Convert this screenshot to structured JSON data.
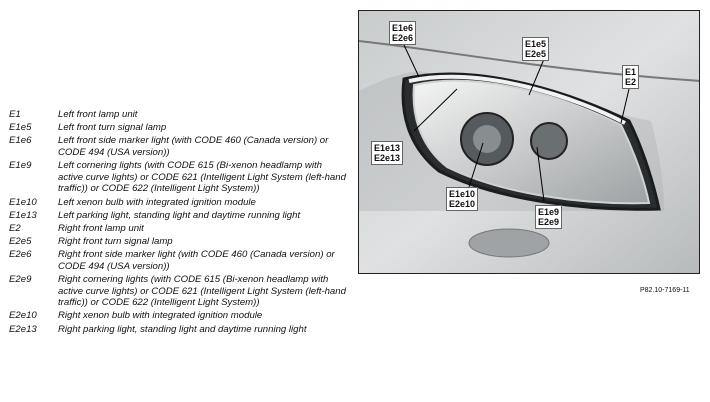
{
  "legend": [
    {
      "code": "E1",
      "desc": "Left front lamp unit"
    },
    {
      "code": "E1e5",
      "desc": "Left front turn signal lamp"
    },
    {
      "code": "E1e6",
      "desc": "Left front side marker light (with CODE 460 (Canada version) or CODE 494 (USA version))"
    },
    {
      "code": "E1e9",
      "desc": "Left cornering lights (with CODE 615 (Bi-xenon headlamp with active curve lights) or CODE 621 (Intelligent Light System (left-hand traffic)) or CODE 622 (Intelligent Light System))"
    },
    {
      "code": "E1e10",
      "desc": "Left xenon bulb with integrated ignition module"
    },
    {
      "code": "E1e13",
      "desc": "Left parking light, standing light and daytime running light"
    },
    {
      "code": "E2",
      "desc": "Right front lamp unit"
    },
    {
      "code": "E2e5",
      "desc": "Right front turn signal lamp"
    },
    {
      "code": "E2e6",
      "desc": "Right front side marker light (with CODE 460 (Canada version) or CODE 494 (USA version))"
    },
    {
      "code": "E2e9",
      "desc": "Right cornering lights (with CODE 615 (Bi-xenon headlamp with active curve lights) or CODE 621 (Intelligent Light System (left-hand traffic)) or CODE 622 (Intelligent Light System))"
    },
    {
      "code": "E2e10",
      "desc": "Right xenon bulb with integrated ignition module"
    },
    {
      "code": "E2e13",
      "desc": "Right parking light, standing light and daytime running light"
    }
  ],
  "callouts": {
    "e6": "E1e6\nE2e6",
    "e5": "E1e5\nE2e5",
    "e12": "E1\nE2",
    "e13": "E1e13\nE2e13",
    "e10": "E1e10\nE2e10",
    "e9": "E1e9\nE2e9"
  },
  "figure_ref": "P82.10-7169-11"
}
